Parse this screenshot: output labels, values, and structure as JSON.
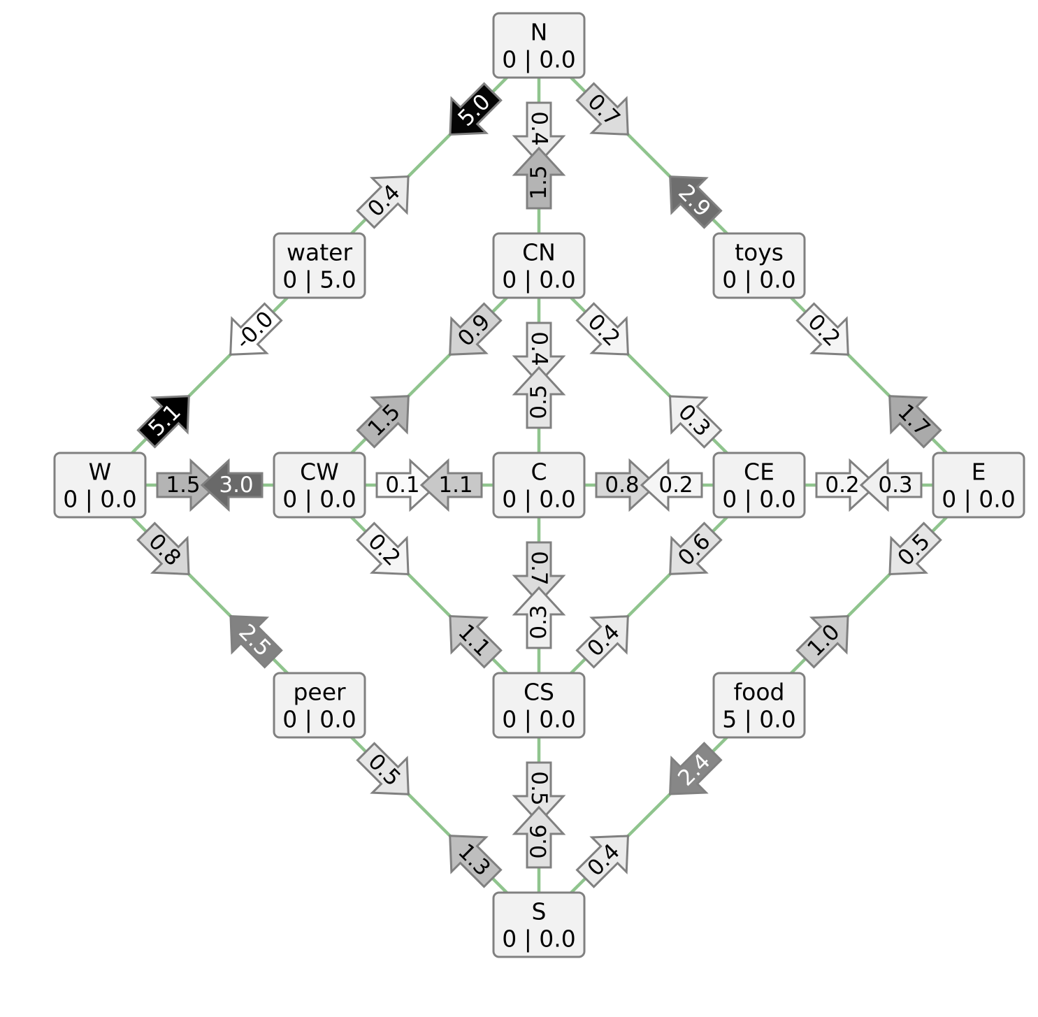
{
  "nodes": [
    {
      "id": "N",
      "label": "N",
      "value": "0 | 0.0"
    },
    {
      "id": "water",
      "label": "water",
      "value": "0 | 5.0"
    },
    {
      "id": "CN",
      "label": "CN",
      "value": "0 | 0.0"
    },
    {
      "id": "toys",
      "label": "toys",
      "value": "0 | 0.0"
    },
    {
      "id": "W",
      "label": "W",
      "value": "0 | 0.0"
    },
    {
      "id": "CW",
      "label": "CW",
      "value": "0 | 0.0"
    },
    {
      "id": "C",
      "label": "C",
      "value": "0 | 0.0"
    },
    {
      "id": "CE",
      "label": "CE",
      "value": "0 | 0.0"
    },
    {
      "id": "E",
      "label": "E",
      "value": "0 | 0.0"
    },
    {
      "id": "peer",
      "label": "peer",
      "value": "0 | 0.0"
    },
    {
      "id": "CS",
      "label": "CS",
      "value": "0 | 0.0"
    },
    {
      "id": "food",
      "label": "food",
      "value": "5 | 0.0"
    },
    {
      "id": "S",
      "label": "S",
      "value": "0 | 0.0"
    }
  ],
  "edges": [
    {
      "a": "N",
      "b": "water",
      "out": "5.0",
      "in": "0.4"
    },
    {
      "a": "N",
      "b": "CN",
      "out": "0.4",
      "in": "1.5"
    },
    {
      "a": "N",
      "b": "toys",
      "out": "0.7",
      "in": "2.9"
    },
    {
      "a": "water",
      "b": "W",
      "out": "-0.0",
      "in": "5.1"
    },
    {
      "a": "CN",
      "b": "CW",
      "out": "0.9",
      "in": "1.5"
    },
    {
      "a": "CN",
      "b": "C",
      "out": "0.4",
      "in": "0.5"
    },
    {
      "a": "CN",
      "b": "CE",
      "out": "0.2",
      "in": "0.3"
    },
    {
      "a": "toys",
      "b": "E",
      "out": "0.2",
      "in": "1.7"
    },
    {
      "a": "W",
      "b": "CW",
      "out": "1.5",
      "in": "3.0"
    },
    {
      "a": "CW",
      "b": "C",
      "out": "0.1",
      "in": "1.1"
    },
    {
      "a": "C",
      "b": "CE",
      "out": "0.8",
      "in": "0.2"
    },
    {
      "a": "CE",
      "b": "E",
      "out": "0.2",
      "in": "0.3"
    },
    {
      "a": "W",
      "b": "peer",
      "out": "0.8",
      "in": "2.5"
    },
    {
      "a": "CW",
      "b": "CS",
      "out": "0.2",
      "in": "1.1"
    },
    {
      "a": "C",
      "b": "CS",
      "out": "0.7",
      "in": "0.3"
    },
    {
      "a": "CE",
      "b": "CS",
      "out": "0.6",
      "in": "0.4"
    },
    {
      "a": "E",
      "b": "food",
      "out": "0.5",
      "in": "1.0"
    },
    {
      "a": "peer",
      "b": "S",
      "out": "0.5",
      "in": "1.3"
    },
    {
      "a": "CS",
      "b": "S",
      "out": "0.5",
      "in": "0.6"
    },
    {
      "a": "food",
      "b": "S",
      "out": "2.4",
      "in": "0.4"
    }
  ],
  "colors": {
    "edge_line": "#8fc48d",
    "node_fill": "#f2f2f2",
    "node_border": "#808080",
    "arrow_border": "#808080",
    "arrow_scale_low": "#ffffff",
    "arrow_scale_high": "#000000"
  },
  "arrow_value_max": 5.1
}
